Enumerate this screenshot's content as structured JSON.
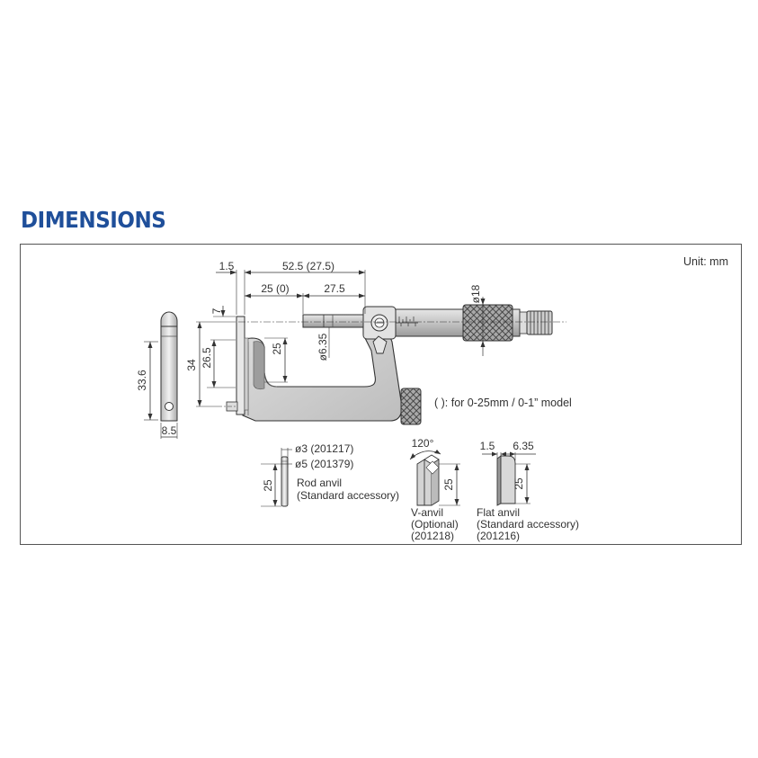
{
  "heading": "DIMENSIONS",
  "unit_label": "Unit: mm",
  "note": "( ): for 0-25mm / 0-1” model",
  "main_dims": {
    "d1_5": "1.5",
    "d52_5": "52.5 (27.5)",
    "d25_0": "25 (0)",
    "d27_5": "27.5",
    "d7": "7",
    "d25": "25",
    "d26_5": "26.5",
    "d34": "34",
    "d33_6": "33.6",
    "d8_5": "8.5",
    "d6_35": "ø6.35",
    "d18": "ø18"
  },
  "rod_anvil": {
    "dia1": "ø3 (201217)",
    "dia2": "ø5 (201379)",
    "length": "25",
    "name": "Rod anvil",
    "note": "(Standard accessory)"
  },
  "v_anvil": {
    "angle": "120°",
    "length": "25",
    "name": "V-anvil",
    "note": "(Optional)",
    "code": "(201218)"
  },
  "flat_anvil": {
    "w1": "1.5",
    "w2": "6.35",
    "length": "25",
    "name": "Flat anvil",
    "note": "(Standard accessory)",
    "code": "(201216)"
  }
}
